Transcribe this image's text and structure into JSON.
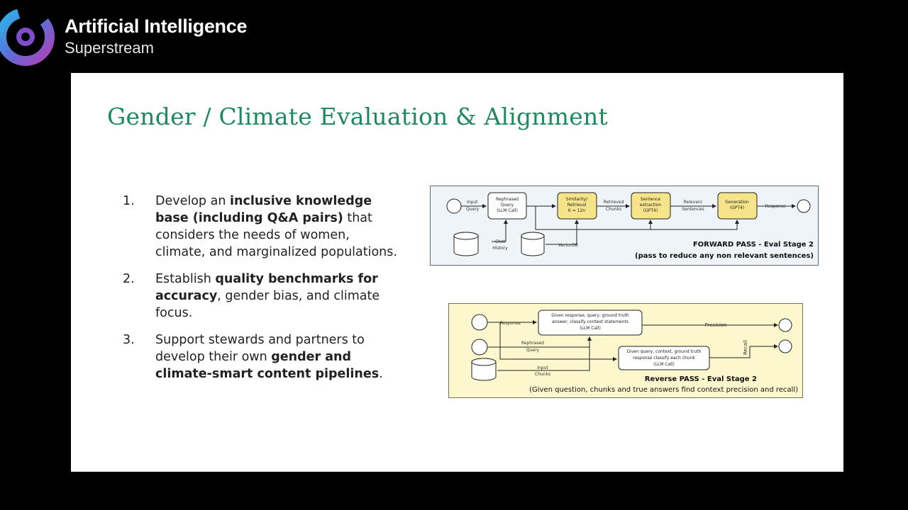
{
  "brand": {
    "title": "Artificial Intelligence",
    "subtitle": "Superstream"
  },
  "slide": {
    "title": "Gender / Climate Evaluation & Alignment",
    "list": [
      {
        "num": "1.",
        "parts": [
          {
            "t": "Develop an ",
            "b": false
          },
          {
            "t": "inclusive knowledge base (including Q&A pairs)",
            "b": true
          },
          {
            "t": " that considers the needs of women, climate, and marginalized populations.",
            "b": false
          }
        ]
      },
      {
        "num": "2.",
        "parts": [
          {
            "t": "Establish ",
            "b": false
          },
          {
            "t": "quality benchmarks for accuracy",
            "b": true
          },
          {
            "t": ", gender bias, and climate focus.",
            "b": false
          }
        ]
      },
      {
        "num": "3.",
        "parts": [
          {
            "t": "Support stewards and partners to develop their own ",
            "b": false
          },
          {
            "t": "gender and climate-smart content pipelines",
            "b": true
          },
          {
            "t": ".",
            "b": false
          }
        ]
      }
    ]
  },
  "forward": {
    "input_query": [
      "Input",
      "Query"
    ],
    "rephrased": [
      "Rephrased",
      "Query",
      "(LLM Call)"
    ],
    "similarity": [
      "Similarity/",
      "Retrieval",
      "K = 12n"
    ],
    "retrieved": [
      "Retrieved",
      "Chunks"
    ],
    "sentence": [
      "Sentence",
      "extraction",
      "(GPT4)"
    ],
    "relevant": [
      "Relevanr",
      "Sentences"
    ],
    "generation": [
      "Generation",
      "(GPT4)"
    ],
    "response": "Response",
    "chat_history": [
      "Chat",
      "History"
    ],
    "vectordb": "VectorDB",
    "caption1": "FORWARD PASS - Eval Stage 2",
    "caption2": "(pass to reduce any non relevant sentences)"
  },
  "reverse": {
    "response": "Response",
    "box1": [
      "Given response, query, ground truth",
      "answer, classify context statements",
      "(LLM Call)"
    ],
    "precision": "Precision",
    "rephrased": [
      "Rephrased",
      "Query"
    ],
    "box2": [
      "Given query, context, ground truth",
      "response classify each chunk",
      "(LLM Call)"
    ],
    "recall": "Recall",
    "input_chunks": [
      "Input",
      "Chunks"
    ],
    "caption1": "Reverse PASS - Eval Stage 2",
    "caption2": "(Given question, chunks and true answers find context precision and recall)"
  },
  "colors": {
    "title_green": "#1d8a5e",
    "box_yellow": "#f6e48a",
    "box_white": "#ffffff",
    "diagram1_bg": "#eef4f7",
    "diagram2_bg": "#fcf7cc"
  }
}
